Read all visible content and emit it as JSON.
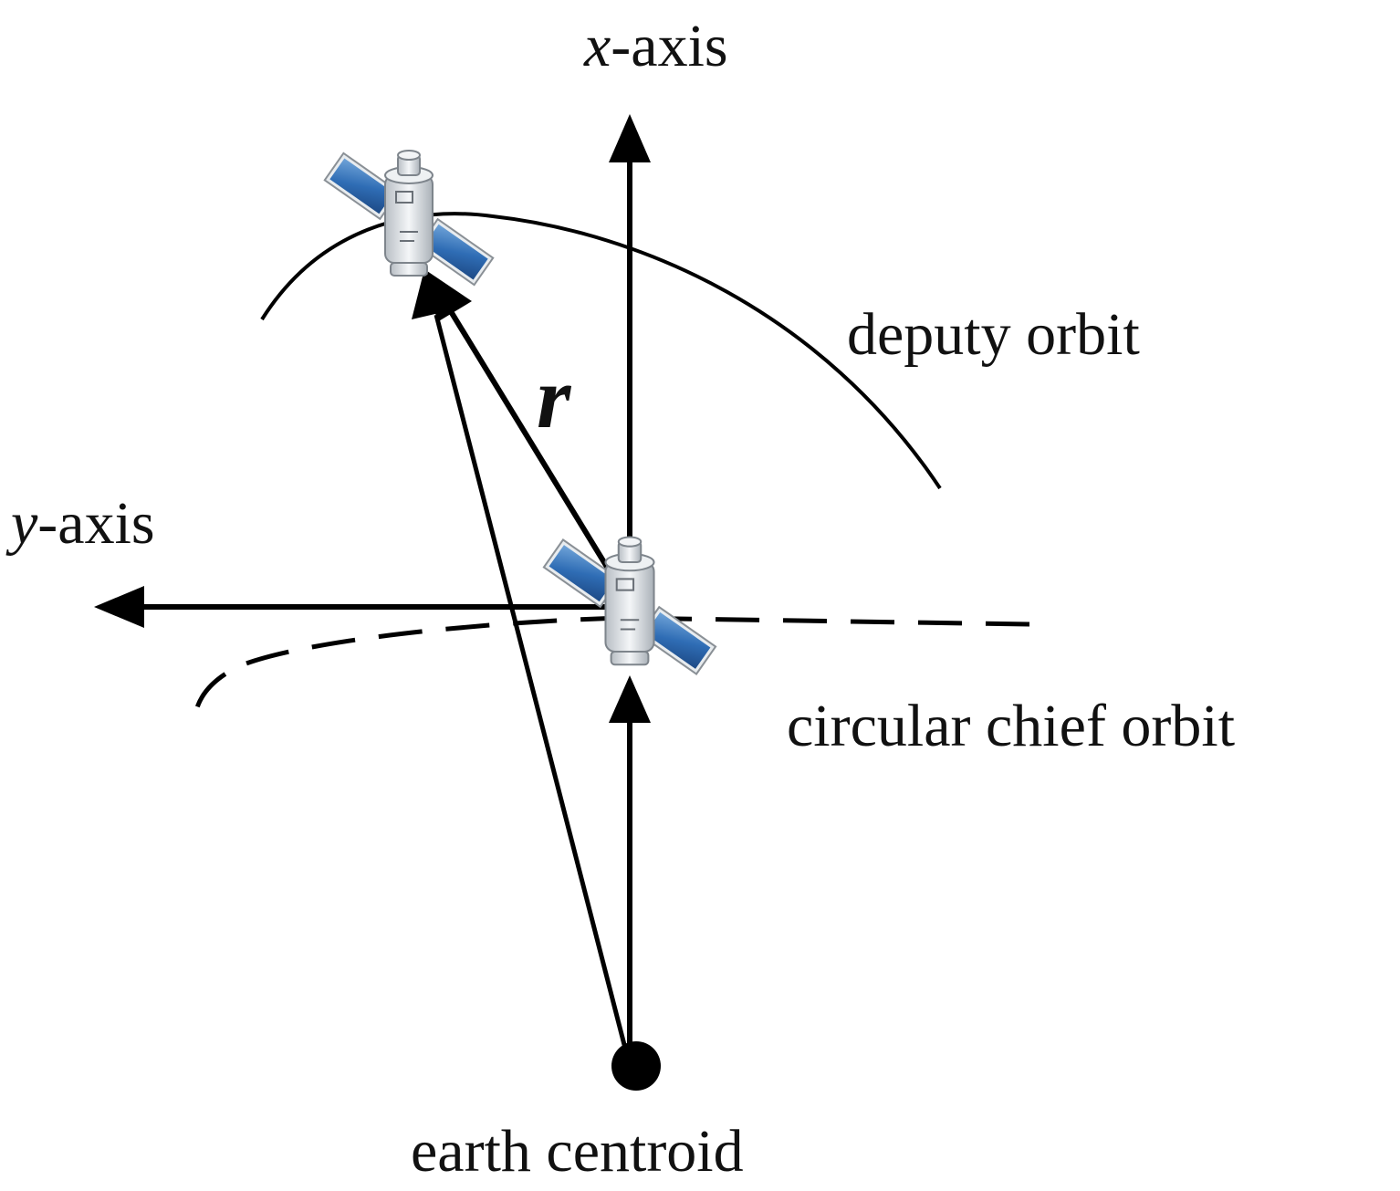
{
  "labels": {
    "x_axis_var": "x",
    "x_axis_suffix": "-axis",
    "y_axis_var": "y",
    "y_axis_suffix": "-axis",
    "deputy_orbit": "deputy orbit",
    "chief_orbit": "circular chief orbit",
    "vector_r": "r",
    "earth_centroid": "earth centroid"
  },
  "icons": {
    "deputy_satellite": "satellite-icon",
    "chief_satellite": "satellite-icon",
    "earth_centroid_dot": "filled-circle"
  },
  "colors": {
    "panel_blue": "#2f6db5",
    "body_gray": "#d9dde1",
    "ink": "#000000"
  }
}
